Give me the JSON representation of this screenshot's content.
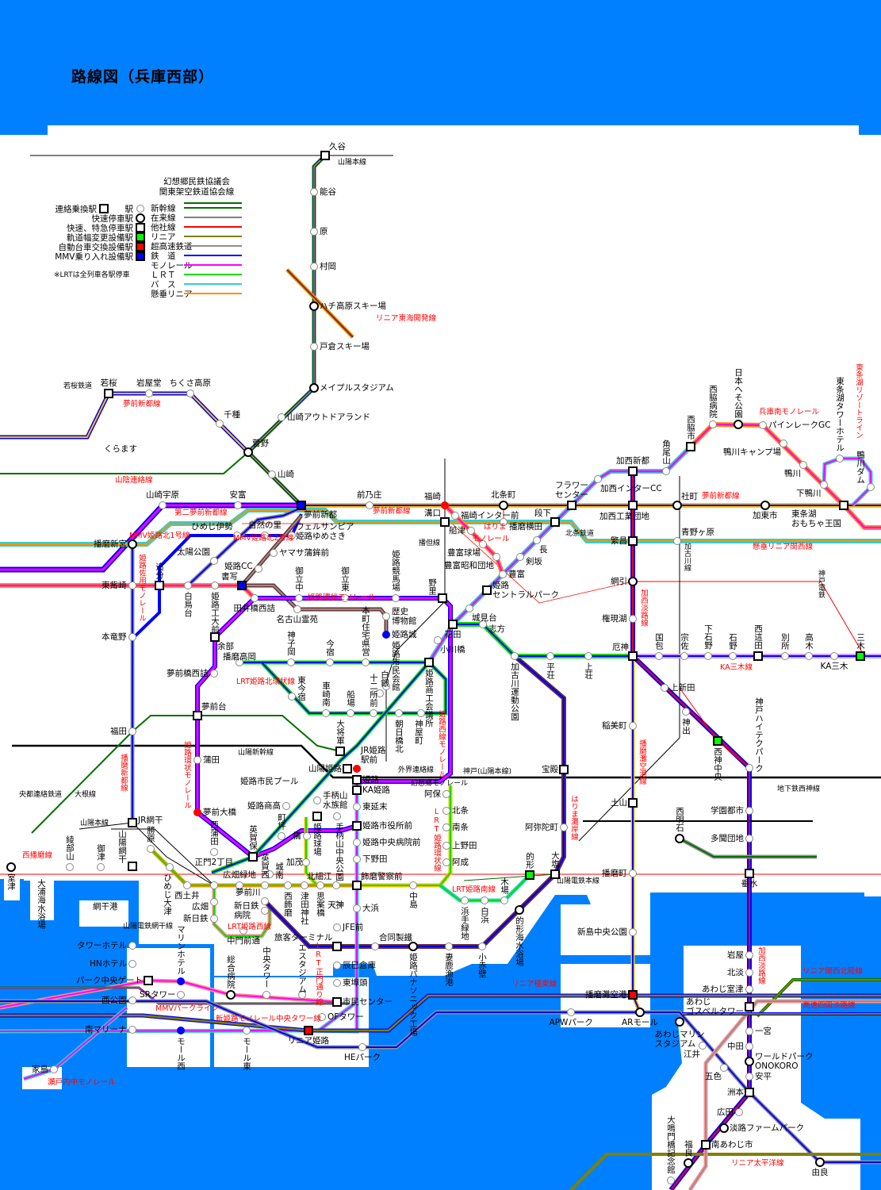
{
  "title": "路線図（兵庫西部）",
  "colors": {
    "sea": "#0080ff",
    "shinkansen": "#007000",
    "zairai": "#000000",
    "tasha": "#ff0000",
    "linear": "#808000",
    "chokosoku": "#808080",
    "tetsudo": "#0000ff",
    "monorail": "#ff00ff",
    "lrt": "#00ff00",
    "bus": "#00ffff",
    "suspended_linear": "#ff8000"
  },
  "legend": {
    "org_line1": "幻想郷民鉄協議会",
    "org_line2": "関東架空鉄道協会線",
    "station_types": [
      "連絡乗換駅",
      "駅",
      "快速停車駅",
      "快速、特急停車駅",
      "軌道幅変更設備駅",
      "自動台車交換設備駅",
      "MMV乗り入れ設備駅"
    ],
    "line_types": [
      "新幹線",
      "在来線",
      "他社線",
      "リニア",
      "超高速鉄道",
      "鉄　道",
      "モノレール",
      "ＬＲＴ",
      "バ　ス",
      "懸垂リニア"
    ],
    "note": "※LRTは全列車各駅停車"
  },
  "stations": [
    "久谷",
    "能谷",
    "原",
    "村岡",
    "ハチ高原スキー場",
    "戸倉スキー場",
    "メイプルスタジアム",
    "山崎アウトドアランド",
    "菅野",
    "山崎",
    "若桜",
    "岩屋堂",
    "ちくさ高原",
    "千種",
    "くらます",
    "山崎宇原",
    "安富",
    "夢前新都",
    "前乃庄",
    "福崎",
    "北条町",
    "フラワー\nセンター",
    "加西インターCC",
    "加西新都",
    "加西工業団地",
    "角尾山",
    "西脇市",
    "西脇病院",
    "日本へそ公園",
    "パインレークGC",
    "鴨川キャンプ場",
    "鴨川",
    "下鴨川",
    "東条湖タワーホテル",
    "鴨川ダム",
    "社町",
    "加東市",
    "東条湖\nおもちゃ王国",
    "溝口",
    "福崎インター前",
    "船津",
    "播磨横田",
    "段下",
    "豊富球場",
    "豊富昭和団地",
    "長",
    "剣坂",
    "豊富",
    "姫路\nセントラルパーク",
    "城見台",
    "花田",
    "志方",
    "小川橋",
    "加古川運動公園",
    "平荘",
    "上荘",
    "厄神",
    "権現湖",
    "網引",
    "繁昌",
    "青野ヶ原",
    "国包",
    "宗佐",
    "下石野",
    "石野",
    "西這田",
    "別所",
    "高木",
    "KA三木",
    "三木",
    "上新田",
    "神出",
    "西神中央",
    "神戸ハイテクパーク",
    "学園都市",
    "多聞団地",
    "西明石",
    "稲美町",
    "宝殿",
    "土山",
    "播磨町",
    "垂水",
    "阿弥陀町",
    "大塩",
    "的形",
    "木場",
    "白浜",
    "浜手緑地",
    "的形海水浴場",
    "小赤壁",
    "妻鹿漁港",
    "姫路パナソニック工場",
    "合同製鐵",
    "旅客ターミナル",
    "中島",
    "阿保",
    "北条",
    "南条",
    "上野田",
    "阿成",
    "飾磨警察前",
    "北細江",
    "思案橋",
    "津田神社",
    "西飾磨",
    "英賀西",
    "広畑緑地",
    "正門2丁目",
    "西土井",
    "ひめじ大津",
    "勝原",
    "広畑",
    "新日鉄",
    "夢前川",
    "新日鉄\n病院",
    "中門前通",
    "天神",
    "大浜",
    "JFE前",
    "辰巳倉庫",
    "東埠頭",
    "市民センター",
    "OFタワー",
    "リニア姫路",
    "HEパーク",
    "モール東",
    "モール西",
    "マリンホテル",
    "SRタワー",
    "総合病院",
    "中央タワー",
    "エスタジアム",
    "パーク中央ゲート",
    "タワーホテル",
    "HNホテル",
    "西公園",
    "南マリーナ",
    "家島",
    "網干港",
    "室津",
    "大浦海水浴場",
    "綾部山",
    "御津",
    "山陽網干",
    "JR網干",
    "播磨新宮",
    "東觜崎",
    "追分",
    "白鳥台",
    "姫路工大前",
    "書写",
    "本竜野",
    "余部",
    "福田",
    "ひめじ伊勢",
    "自然の里",
    "ウェルサンピア\n姫路ゆめさき",
    "太陽公園",
    "ヤマサ蒲鉾前",
    "姫路CC",
    "田井橋西詰",
    "御立中",
    "御立東",
    "姫路競馬場",
    "野里",
    "名古山霊苑",
    "歴史\n博物館",
    "姫路城",
    "播磨高岡",
    "神子岡",
    "今宿",
    "本町住宅県営",
    "姫路商工会議所",
    "夢前橋西詰",
    "東今宿",
    "車崎南",
    "船場",
    "十二所前",
    "白銀",
    "姫路市民会館",
    "朝日橋北",
    "神屋町",
    "夢前台",
    "蒲田",
    "大将軍",
    "JR姫路\n駅前",
    "山陽姫路",
    "姫路",
    "KA姫路",
    "夢前大橋",
    "西蒲田",
    "英賀保",
    "姫路市民プール",
    "姫路商高",
    "町坪",
    "城南",
    "構",
    "加茂",
    "手柄山\n水族館",
    "姫路球場",
    "手柄山中央公園",
    "東延末",
    "姫路市役所前",
    "姫路中央病院前",
    "下野田",
    "APWパーク",
    "ARモール",
    "新島中央公園",
    "播磨灘空港",
    "あわじマリン\nスタジアム",
    "江井",
    "五色",
    "洲本",
    "広田",
    "淡路ファームパーク",
    "南あわじ市",
    "福良",
    "大鳴門橋記念館",
    "由良",
    "岩屋",
    "北淡",
    "あわじ室津",
    "あわじ\nゴスペルタワー",
    "一宮",
    "中田",
    "ワールドパーク\nONOKORO",
    "安平"
  ],
  "line_labels": [
    "山陰連絡線",
    "リニア東海開発線",
    "夢前新都線",
    "第二夢前新都線",
    "夢前新都線",
    "夢前新都線",
    "MMV姫路北2号線",
    "MMV姫路北1号線",
    "姫路環状モノレール",
    "姫路佐用モノレール",
    "LRT姫路北環状線",
    "はりま",
    "モノレール",
    "加西淡路線",
    "加西淡路線",
    "懸垂リニア関西線",
    "兵庫南モノレール",
    "東条湖リゾートライン",
    "KA三木線",
    "播磨新都線",
    "姫路環状モノレール",
    "姫路西線モノレール",
    "LRT姫路環状線",
    "LRT姫路南線",
    "LRT姫路西線",
    "LRT正門通り線",
    "はりま灘岸線",
    "播磨灘空港線",
    "西播磨線",
    "MMVパークライン",
    "新姫路モノレール中央タワー線",
    "リニア極東線",
    "リニア関西北陸線",
    "高速四国淡路線",
    "リニア太平洋線",
    "瀬戸内中モノレール"
  ],
  "other_labels": [
    "若桜鉄道",
    "山陽本線",
    "北条鉄道",
    "播但線",
    "加古川線",
    "神戸電鉄",
    "山陽新幹線",
    "神戸(山陽本線)",
    "地下鉄西神線",
    "山陽電鉄本線",
    "山陽電鉄網干線",
    "山陽本線",
    "央都連絡鉄道",
    "大根線",
    "幻想郷モノレール",
    "外界連絡線"
  ]
}
